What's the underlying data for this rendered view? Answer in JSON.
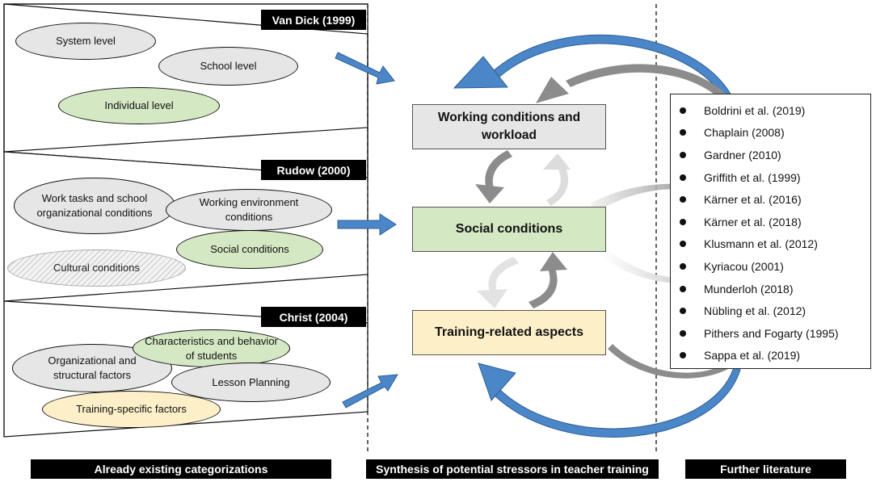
{
  "frameworks": [
    {
      "author": "Van Dick (1999)",
      "categories": [
        {
          "label": "System level",
          "fill": "grey"
        },
        {
          "label": "School level",
          "fill": "grey"
        },
        {
          "label": "Individual level",
          "fill": "green"
        }
      ]
    },
    {
      "author": "Rudow (2000)",
      "categories": [
        {
          "label": "Work tasks and school organizational conditions",
          "fill": "grey"
        },
        {
          "label": "Working environment conditions",
          "fill": "grey"
        },
        {
          "label": "Social conditions",
          "fill": "green"
        },
        {
          "label": "Cultural conditions",
          "fill": "hatched"
        }
      ]
    },
    {
      "author": "Christ (2004)",
      "categories": [
        {
          "label": "Characteristics and behavior of students",
          "fill": "green"
        },
        {
          "label": "Organizational and structural factors",
          "fill": "grey"
        },
        {
          "label": "Lesson Planning",
          "fill": "grey"
        },
        {
          "label": "Training-specific factors",
          "fill": "yellow"
        }
      ]
    }
  ],
  "synthesis": {
    "working_conditions": "Working conditions and workload",
    "social_conditions": "Social conditions",
    "training_aspects": "Training-related aspects"
  },
  "literature": [
    "Boldrini et al. (2019)",
    "Chaplain (2008)",
    "Gardner (2010)",
    "Griffith et al. (1999)",
    "Kärner et al. (2016)",
    "Kärner et al. (2018)",
    "Klusmann et al. (2012)",
    "Kyriacou (2001)",
    "Munderloh (2018)",
    "Nübling et al. (2012)",
    "Pithers and Fogarty (1995)",
    "Sappa et al. (2019)"
  ],
  "footer": {
    "left": "Already existing categorizations",
    "center": "Synthesis of potential stressors in teacher training",
    "right": "Further literature"
  },
  "colors": {
    "grey_fill": "#e6e6e6",
    "green_fill": "#d5e8c4",
    "yellow_fill": "#fdf0c9",
    "blue_arrow": "#4a86c8",
    "dark_arrow": "#7f7f7f",
    "light_arrow": "#d9d9d9"
  }
}
